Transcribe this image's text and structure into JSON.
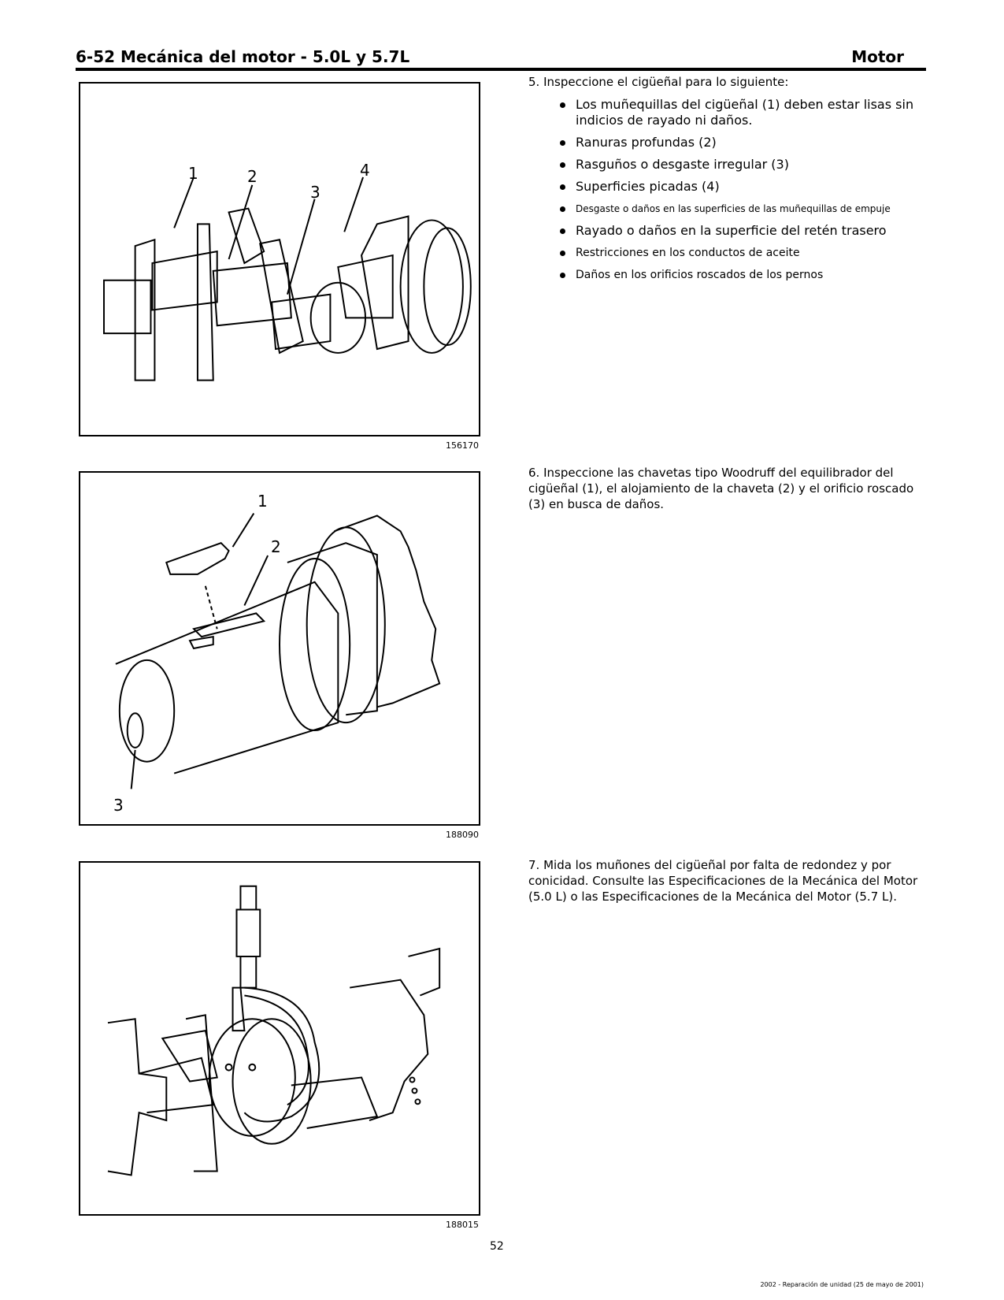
{
  "header": {
    "title": "6-52 Mecánica del motor - 5.0L y 5.7L",
    "section": "Motor"
  },
  "steps": [
    {
      "text": "5. Inspeccione el cigüeñal para lo siguiente:",
      "figure_id": "156170",
      "bullets": [
        "Los muñequillas del cigüeñal (1) deben estar lisas sin indicios de rayado ni daños.",
        "Ranuras profundas (2)",
        "Rasguños o desgaste irregular (3)",
        "Superficies picadas (4)",
        "Desgaste o daños en las superficies de las muñequillas de empuje",
        "Rayado o daños en la superficie del retén trasero",
        "Restricciones en los conductos de aceite",
        "Daños en los orificios roscados de los pernos"
      ],
      "callouts": [
        "1",
        "2",
        "3",
        "4"
      ]
    },
    {
      "text": "6. Inspeccione las chavetas tipo Woodruff del equilibrador del cigüeñal (1), el alojamiento de la chaveta (2) y el orificio roscado (3) en busca de daños.",
      "figure_id": "188090",
      "callouts": [
        "1",
        "2",
        "3"
      ]
    },
    {
      "text": "7. Mida los muñones del cigüeñal por falta de redondez y por conicidad. Consulte las Especificaciones de la Mecánica del Motor (5.0 L) o las Especificaciones de la Mecánica del Motor (5.7 L).",
      "figure_id": "188015"
    }
  ],
  "page_number": "52",
  "footer": "2002 - Reparación de unidad (25 de mayo de 2001)"
}
